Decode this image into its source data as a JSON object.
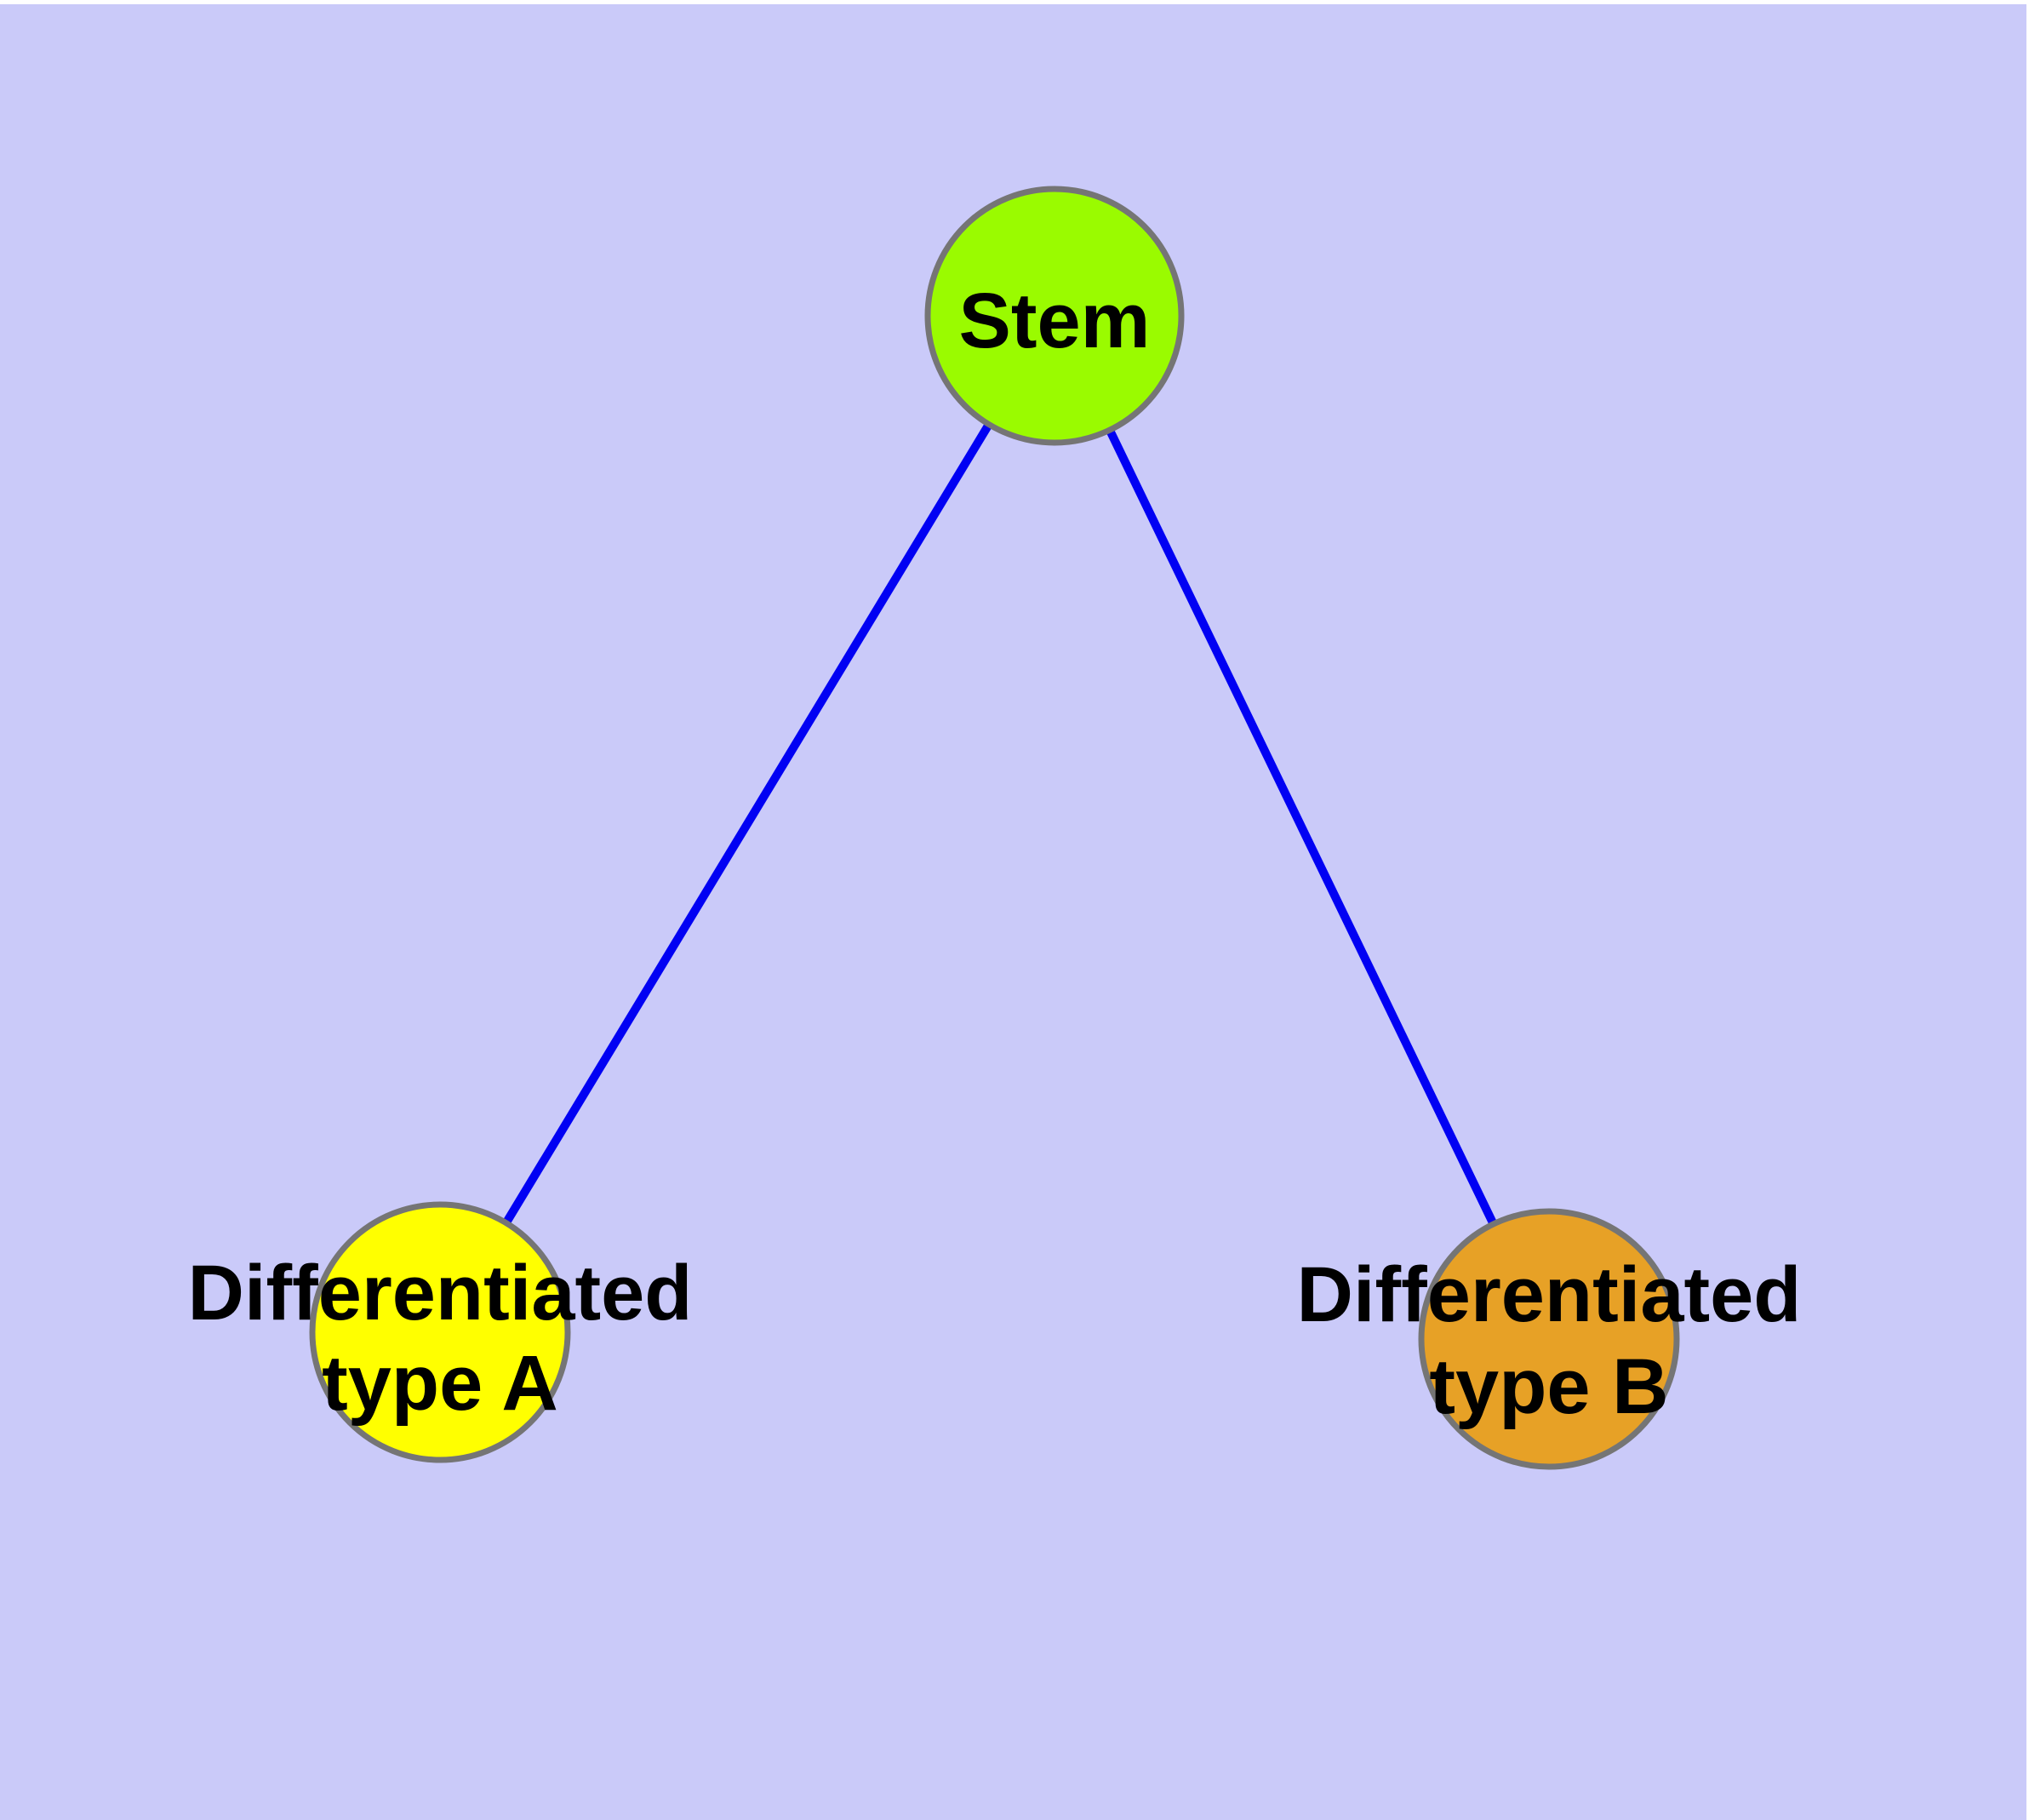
{
  "diagram": {
    "type": "graph",
    "background_color": "#CACAF9",
    "frame_color": "#FFFFFF",
    "edge_color": "#0101F3",
    "node_border_color": "#757575",
    "label_color": "#000000",
    "nodes": [
      {
        "id": "stem",
        "label": "Stem",
        "label_line1": "Stem",
        "label_line2": "",
        "fill": "#9AFB00"
      },
      {
        "id": "type-a",
        "label": "Differentiated type A",
        "label_line1": "Differentiated",
        "label_line2": "type A",
        "fill": "#FFFF00"
      },
      {
        "id": "type-b",
        "label": "Differentiated type B",
        "label_line1": "Differentiated",
        "label_line2": "type B",
        "fill": "#E7A126"
      }
    ],
    "edges": [
      {
        "from": "Stem",
        "to": "Differentiated type A"
      },
      {
        "from": "Stem",
        "to": "Differentiated type B"
      }
    ]
  }
}
